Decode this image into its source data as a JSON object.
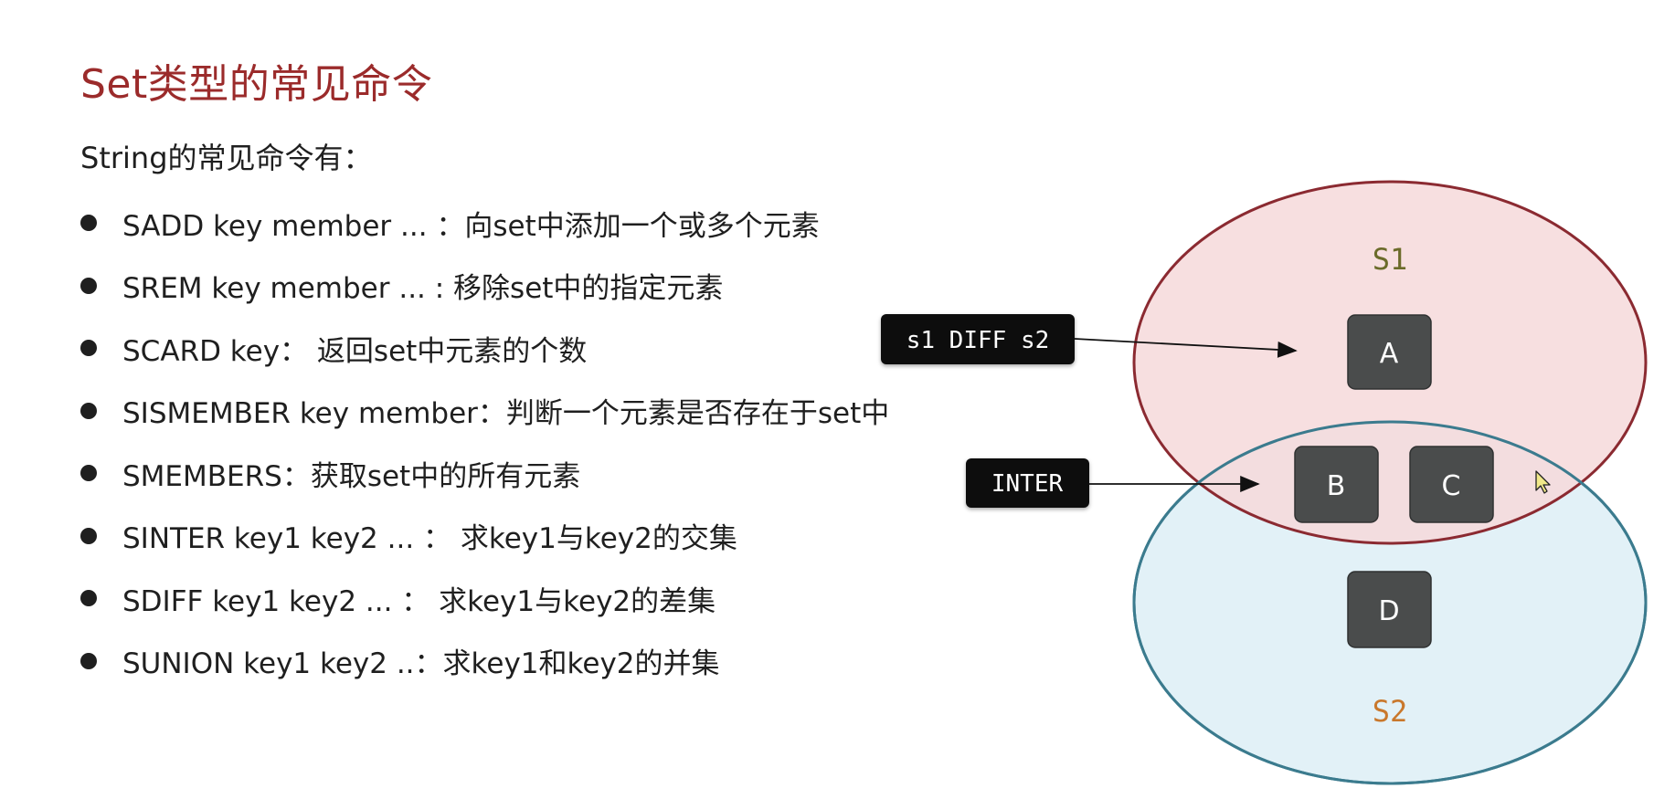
{
  "title": "Set类型的常见命令",
  "intro": "String的常见命令有：",
  "commands": [
    "SADD key member ... ：向set中添加一个或多个元素",
    "SREM key member ... : 移除set中的指定元素",
    "SCARD key： 返回set中元素的个数",
    "SISMEMBER key member：判断一个元素是否存在于set中",
    "SMEMBERS：获取set中的所有元素",
    "SINTER key1 key2 ... ： 求key1与key2的交集",
    "SDIFF key1 key2 ... ： 求key1与key2的差集",
    "SUNION key1 key2 ..：求key1和key2的并集"
  ],
  "diagram": {
    "sets": [
      {
        "name": "S1",
        "fill": "#f6d9da",
        "stroke": "#8b2a31",
        "label_color": "#6b6b2a"
      },
      {
        "name": "S2",
        "fill": "#e2f1f7",
        "stroke": "#3b7b8e",
        "label_color": "#c9782c"
      }
    ],
    "elements": [
      "A",
      "B",
      "C",
      "D"
    ],
    "callouts": {
      "diff": "s1 DIFF s2",
      "inter": "INTER"
    }
  }
}
